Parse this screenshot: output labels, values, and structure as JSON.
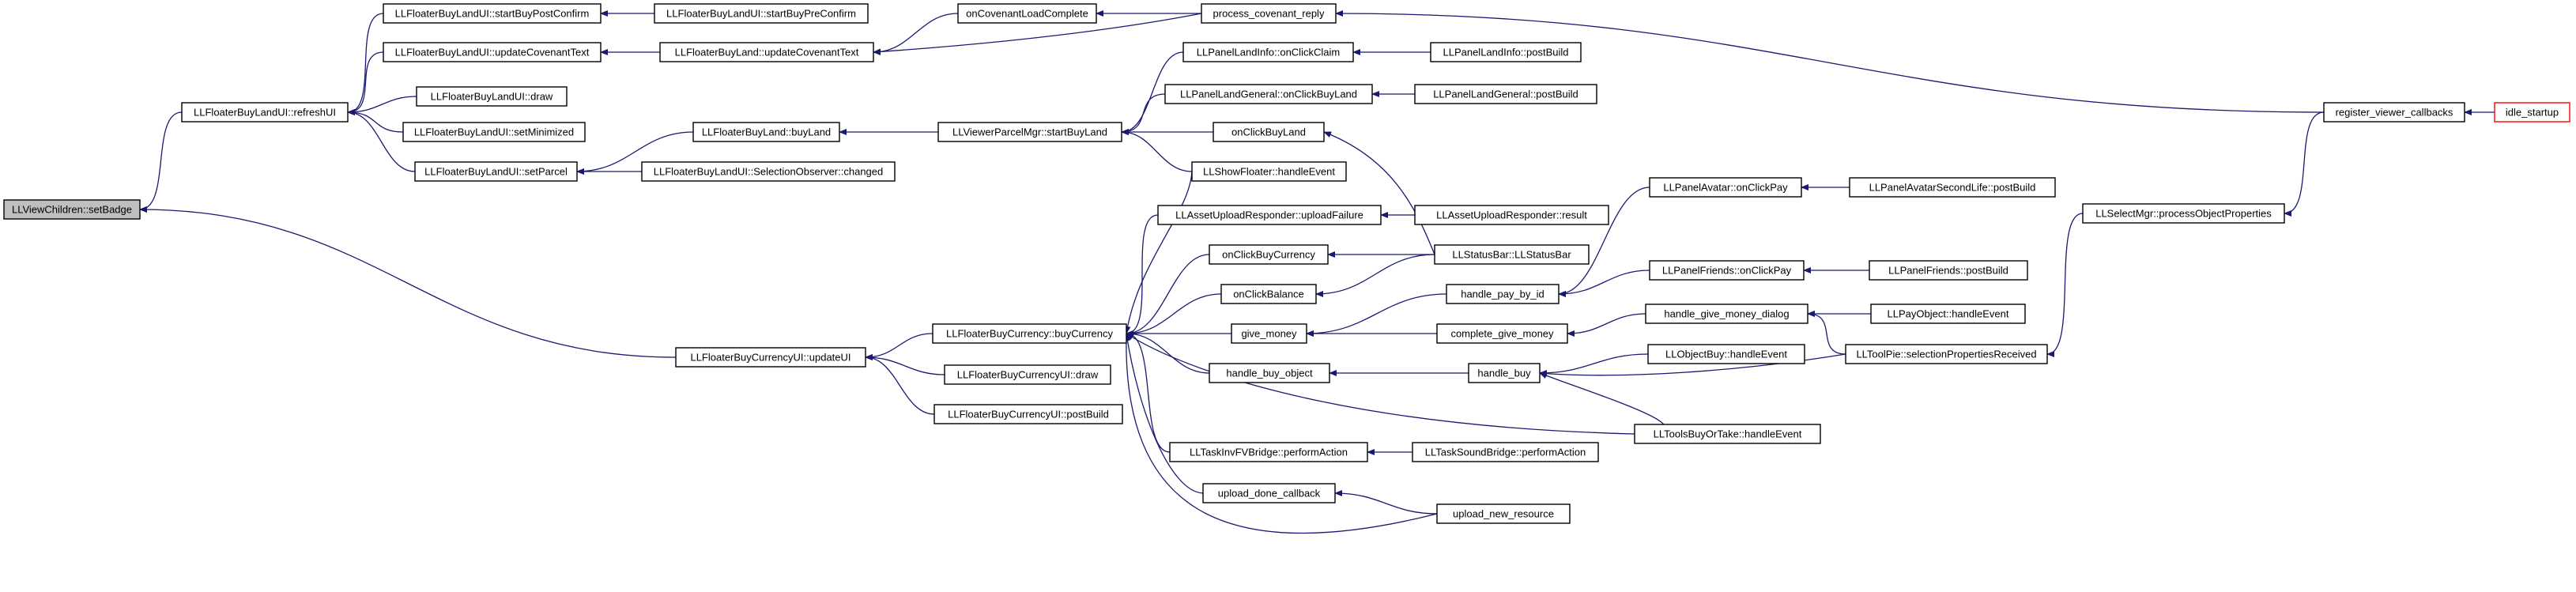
{
  "colors": {
    "edge": "#191970",
    "arrowhead": "#191970",
    "root_fill": "#bfbfbf",
    "external_border": "#ff0000"
  },
  "nodes": [
    {
      "id": "setBadge",
      "label": "LLViewChildren::setBadge",
      "kind": "root"
    },
    {
      "id": "refreshUI",
      "label": "LLFloaterBuyLandUI::refreshUI"
    },
    {
      "id": "currencyUpdateUI",
      "label": "LLFloaterBuyCurrencyUI::updateUI"
    },
    {
      "id": "startBuyPostConfirm",
      "label": "LLFloaterBuyLandUI::startBuyPostConfirm"
    },
    {
      "id": "uiUpdateCovenantText",
      "label": "LLFloaterBuyLandUI::updateCovenantText"
    },
    {
      "id": "landUiDraw",
      "label": "LLFloaterBuyLandUI::draw"
    },
    {
      "id": "setMinimized",
      "label": "LLFloaterBuyLandUI::setMinimized"
    },
    {
      "id": "setParcel",
      "label": "LLFloaterBuyLandUI::setParcel"
    },
    {
      "id": "startBuyPreConfirm",
      "label": "LLFloaterBuyLandUI::startBuyPreConfirm"
    },
    {
      "id": "landUpdateCovenantText",
      "label": "LLFloaterBuyLand::updateCovenantText"
    },
    {
      "id": "buyLand",
      "label": "LLFloaterBuyLand::buyLand"
    },
    {
      "id": "selectionObserver",
      "label": "LLFloaterBuyLandUI::SelectionObserver::changed"
    },
    {
      "id": "onCovenantLoadComplete",
      "label": "onCovenantLoadComplete"
    },
    {
      "id": "processCovenantReply",
      "label": "process_covenant_reply"
    },
    {
      "id": "startBuyLand",
      "label": "LLViewerParcelMgr::startBuyLand"
    },
    {
      "id": "landInfoOnClickClaim",
      "label": "LLPanelLandInfo::onClickClaim"
    },
    {
      "id": "landGeneralOnClickBuyLand",
      "label": "LLPanelLandGeneral::onClickBuyLand"
    },
    {
      "id": "onClickBuyLand",
      "label": "onClickBuyLand"
    },
    {
      "id": "showFloater",
      "label": "LLShowFloater::handleEvent"
    },
    {
      "id": "landInfoPostBuild",
      "label": "LLPanelLandInfo::postBuild"
    },
    {
      "id": "landGeneralPostBuild",
      "label": "LLPanelLandGeneral::postBuild"
    },
    {
      "id": "buyCurrency",
      "label": "LLFloaterBuyCurrency::buyCurrency"
    },
    {
      "id": "currencyUiDraw",
      "label": "LLFloaterBuyCurrencyUI::draw"
    },
    {
      "id": "currencyUiPostBuild",
      "label": "LLFloaterBuyCurrencyUI::postBuild"
    },
    {
      "id": "uploadFailure",
      "label": "LLAssetUploadResponder::uploadFailure"
    },
    {
      "id": "onClickBuyCurrency",
      "label": "onClickBuyCurrency"
    },
    {
      "id": "onClickBalance",
      "label": "onClickBalance"
    },
    {
      "id": "giveMoney",
      "label": "give_money"
    },
    {
      "id": "handleBuyObject",
      "label": "handle_buy_object"
    },
    {
      "id": "invFVPerformAction",
      "label": "LLTaskInvFVBridge::performAction"
    },
    {
      "id": "uploadDoneCallback",
      "label": "upload_done_callback"
    },
    {
      "id": "uploaderResult",
      "label": "LLAssetUploadResponder::result"
    },
    {
      "id": "statusBar",
      "label": "LLStatusBar::LLStatusBar"
    },
    {
      "id": "handlePayById",
      "label": "handle_pay_by_id"
    },
    {
      "id": "completeGiveMoney",
      "label": "complete_give_money"
    },
    {
      "id": "handleBuy",
      "label": "handle_buy"
    },
    {
      "id": "soundPerformAction",
      "label": "LLTaskSoundBridge::performAction"
    },
    {
      "id": "uploadNewResource",
      "label": "upload_new_resource"
    },
    {
      "id": "avatarOnClickPay",
      "label": "LLPanelAvatar::onClickPay"
    },
    {
      "id": "friendsOnClickPay",
      "label": "LLPanelFriends::onClickPay"
    },
    {
      "id": "giveMoneyDialog",
      "label": "handle_give_money_dialog"
    },
    {
      "id": "objectBuy",
      "label": "LLObjectBuy::handleEvent"
    },
    {
      "id": "buyOrTake",
      "label": "LLToolsBuyOrTake::handleEvent"
    },
    {
      "id": "avatarSecondLifePostBuild",
      "label": "LLPanelAvatarSecondLife::postBuild"
    },
    {
      "id": "friendsPostBuild",
      "label": "LLPanelFriends::postBuild"
    },
    {
      "id": "payObject",
      "label": "LLPayObject::handleEvent"
    },
    {
      "id": "selectionPropsReceived",
      "label": "LLToolPie::selectionPropertiesReceived"
    },
    {
      "id": "processObjectProperties",
      "label": "LLSelectMgr::processObjectProperties"
    },
    {
      "id": "registerViewerCallbacks",
      "label": "register_viewer_callbacks"
    },
    {
      "id": "idleStartup",
      "label": "idle_startup",
      "kind": "external"
    }
  ],
  "edges": [
    [
      "refreshUI",
      "setBadge"
    ],
    [
      "currencyUpdateUI",
      "setBadge"
    ],
    [
      "startBuyPostConfirm",
      "refreshUI"
    ],
    [
      "uiUpdateCovenantText",
      "refreshUI"
    ],
    [
      "landUiDraw",
      "refreshUI"
    ],
    [
      "setMinimized",
      "refreshUI"
    ],
    [
      "setParcel",
      "refreshUI"
    ],
    [
      "startBuyPreConfirm",
      "startBuyPostConfirm"
    ],
    [
      "landUpdateCovenantText",
      "uiUpdateCovenantText"
    ],
    [
      "buyLand",
      "setParcel"
    ],
    [
      "selectionObserver",
      "setParcel"
    ],
    [
      "onCovenantLoadComplete",
      "landUpdateCovenantText"
    ],
    [
      "processCovenantReply",
      "landUpdateCovenantText"
    ],
    [
      "processCovenantReply",
      "onCovenantLoadComplete"
    ],
    [
      "startBuyLand",
      "buyLand"
    ],
    [
      "landInfoOnClickClaim",
      "startBuyLand"
    ],
    [
      "landGeneralOnClickBuyLand",
      "startBuyLand"
    ],
    [
      "onClickBuyLand",
      "startBuyLand"
    ],
    [
      "showFloater",
      "startBuyLand"
    ],
    [
      "landInfoPostBuild",
      "landInfoOnClickClaim"
    ],
    [
      "landGeneralPostBuild",
      "landGeneralOnClickBuyLand"
    ],
    [
      "statusBar",
      "onClickBuyLand"
    ],
    [
      "buyCurrency",
      "currencyUpdateUI"
    ],
    [
      "currencyUiDraw",
      "currencyUpdateUI"
    ],
    [
      "currencyUiPostBuild",
      "currencyUpdateUI"
    ],
    [
      "showFloater",
      "buyCurrency"
    ],
    [
      "uploadFailure",
      "buyCurrency"
    ],
    [
      "onClickBuyCurrency",
      "buyCurrency"
    ],
    [
      "onClickBalance",
      "buyCurrency"
    ],
    [
      "giveMoney",
      "buyCurrency"
    ],
    [
      "handleBuyObject",
      "buyCurrency"
    ],
    [
      "buyOrTake",
      "buyCurrency"
    ],
    [
      "invFVPerformAction",
      "buyCurrency"
    ],
    [
      "uploadDoneCallback",
      "buyCurrency"
    ],
    [
      "uploadNewResource",
      "buyCurrency"
    ],
    [
      "uploaderResult",
      "uploadFailure"
    ],
    [
      "statusBar",
      "onClickBuyCurrency"
    ],
    [
      "statusBar",
      "onClickBalance"
    ],
    [
      "handlePayById",
      "giveMoney"
    ],
    [
      "completeGiveMoney",
      "giveMoney"
    ],
    [
      "handleBuy",
      "handleBuyObject"
    ],
    [
      "soundPerformAction",
      "invFVPerformAction"
    ],
    [
      "uploadNewResource",
      "uploadDoneCallback"
    ],
    [
      "avatarOnClickPay",
      "handlePayById"
    ],
    [
      "friendsOnClickPay",
      "handlePayById"
    ],
    [
      "giveMoneyDialog",
      "completeGiveMoney"
    ],
    [
      "objectBuy",
      "handleBuy"
    ],
    [
      "selectionPropsReceived",
      "handleBuy"
    ],
    [
      "buyOrTake",
      "handleBuy"
    ],
    [
      "avatarSecondLifePostBuild",
      "avatarOnClickPay"
    ],
    [
      "friendsPostBuild",
      "friendsOnClickPay"
    ],
    [
      "payObject",
      "giveMoneyDialog"
    ],
    [
      "selectionPropsReceived",
      "giveMoneyDialog"
    ],
    [
      "processObjectProperties",
      "selectionPropsReceived"
    ],
    [
      "registerViewerCallbacks",
      "processObjectProperties"
    ],
    [
      "registerViewerCallbacks",
      "processCovenantReply"
    ],
    [
      "idleStartup",
      "registerViewerCallbacks"
    ]
  ]
}
